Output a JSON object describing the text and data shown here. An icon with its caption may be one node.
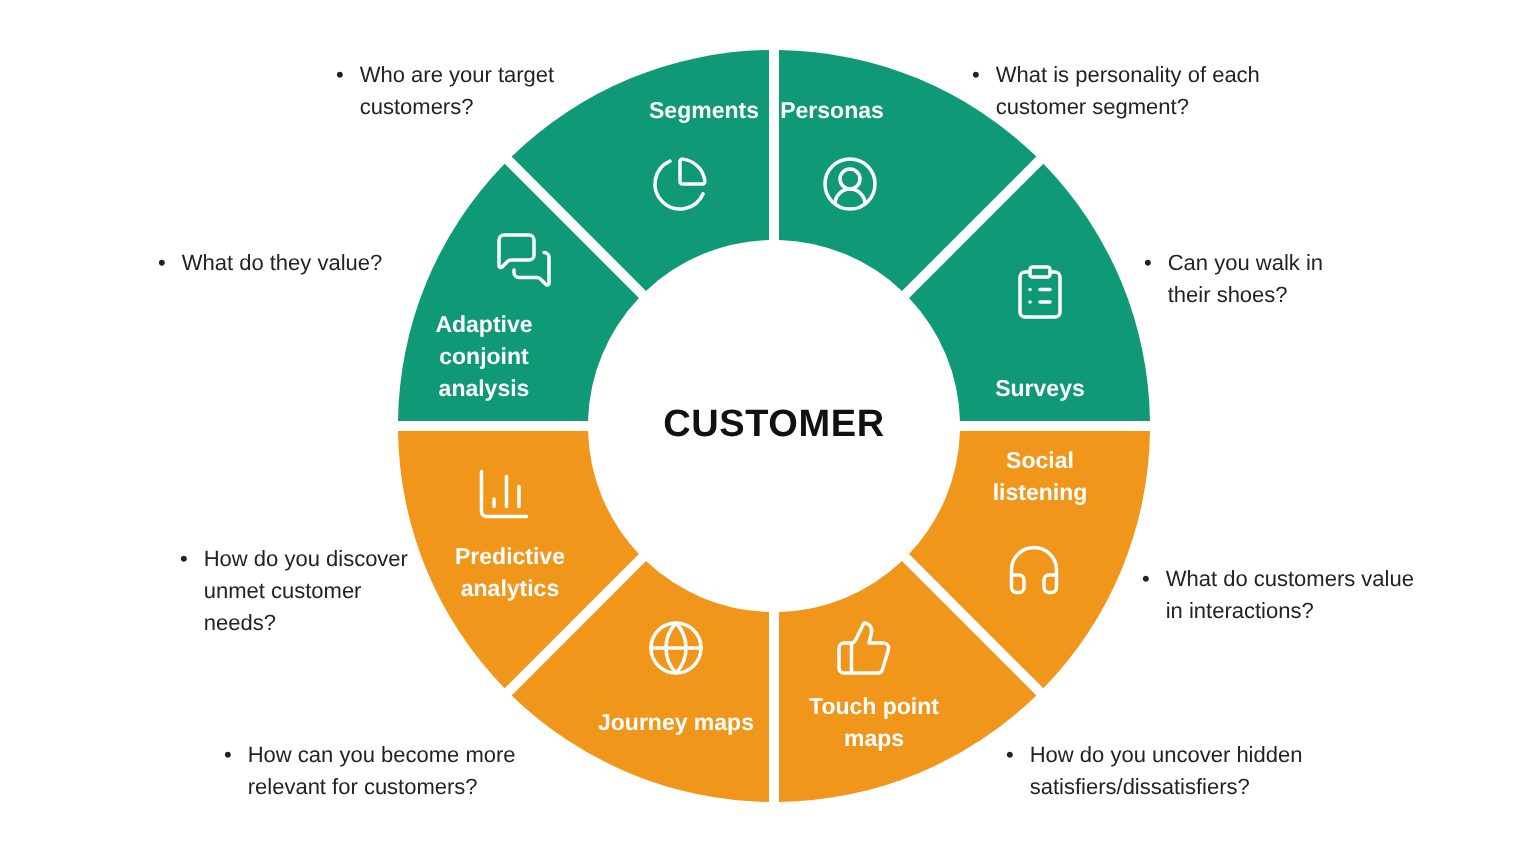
{
  "diagram": {
    "nodes": [
      {
        "text": [
          "CUSTOMER"
        ]
      },
      {
        "text": [
          "Segments"
        ],
        "beside": [
          "•",
          "Who are your target customers?"
        ]
      },
      {
        "text": [
          "Personas"
        ],
        "beside": [
          "•",
          "What is personality of each customer segment?"
        ]
      },
      {
        "text": [
          "Adaptive conjoint analysis"
        ],
        "beside": [
          "•",
          "What do they value?"
        ]
      },
      {
        "text": [
          "Surveys"
        ],
        "beside": [
          "•",
          "Can you walk in their shoes?"
        ]
      },
      {
        "text": [
          "Predictive analytics"
        ],
        "beside": [
          "•",
          "How do you discover unmet customer needs?"
        ]
      },
      {
        "text": [
          "Social listening"
        ],
        "beside": [
          "•",
          "What do customers value in interactions?"
        ]
      },
      {
        "text": [
          "Journey maps"
        ],
        "beside": [
          "•",
          "How can you become more relevant for customers?"
        ]
      },
      {
        "text": [
          "Touch point maps"
        ],
        "beside": [
          "•",
          "How do you uncover hidden satisfiers/dissatisfiers?"
        ]
      }
    ]
  }
}
